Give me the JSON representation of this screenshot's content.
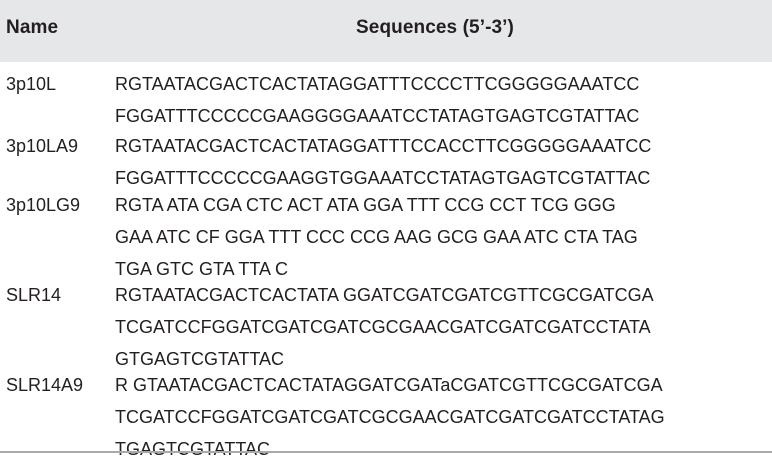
{
  "header": {
    "name": "Name",
    "sequences": "Sequences (5’-3’)"
  },
  "rows": [
    {
      "name": "3p10L",
      "lines": [
        "RGTAATACGACTCACTATAGGATTTCCCCTTCGGGGGAAATCC",
        "FGGATTTCCCCCGAAGGGGAAATCCTATAGTGAGTCGTATTAC"
      ]
    },
    {
      "name": "3p10LA9",
      "lines": [
        "RGTAATACGACTCACTATAGGATTTCCACCTTCGGGGGAAATCC",
        "FGGATTTCCCCCGAAGGTGGAAATCCTATAGTGAGTCGTATTAC"
      ]
    },
    {
      "name": "3p10LG9",
      "lines": [
        "RGTA ATA CGA CTC ACT ATA GGA TTT CCG CCT TCG GGG",
        "GAA ATC CF GGA TTT CCC CCG AAG GCG GAA ATC CTA TAG",
        "TGA GTC GTA TTA C"
      ]
    },
    {
      "name": "SLR14",
      "lines": [
        "RGTAATACGACTCACTATA GGATCGATCGATCGTTCGCGATCGA",
        "TCGATCCFGGATCGATCGATCGCGAACGATCGATCGATCCTATA",
        "GTGAGTCGTATTAC"
      ]
    },
    {
      "name": "SLR14A9",
      "lines": [
        "R GTAATACGACTCACTATAGGATCGATaCGATCGTTCGCGATCGA",
        "TCGATCCFGGATCGATCGATCGCGAACGATCGATCGATCCTATAG",
        "TGAGTCGTATTAC"
      ]
    }
  ]
}
